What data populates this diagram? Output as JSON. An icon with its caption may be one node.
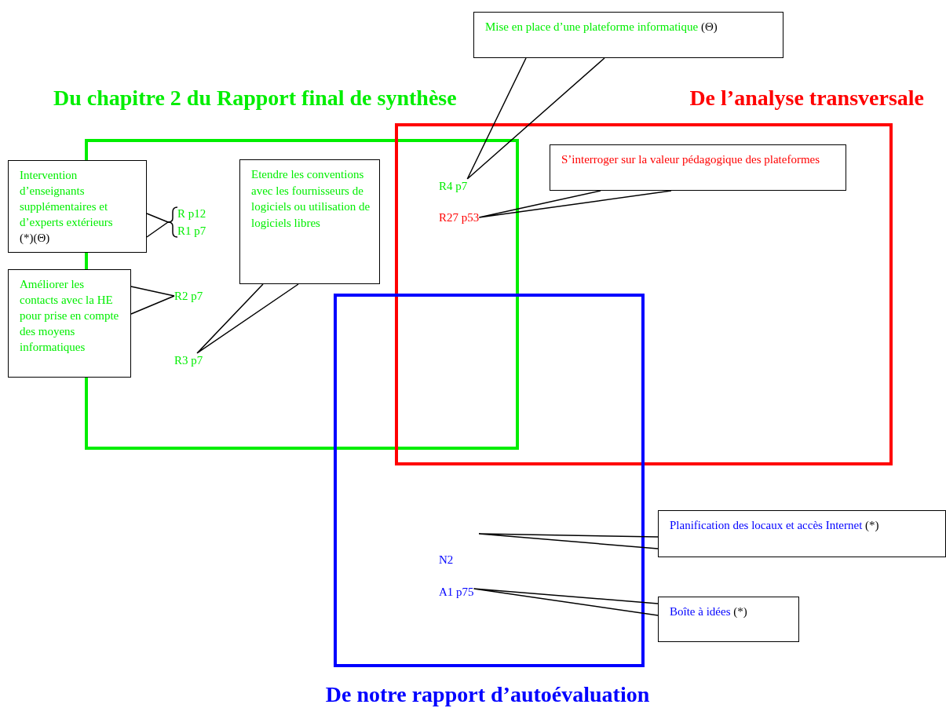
{
  "diagram": {
    "nodes": [
      {
        "text": [
          "Du chapitre 2 du Rapport final de synthèse"
        ]
      },
      {
        "text": [
          "De l’analyse transversale"
        ]
      },
      {
        "text": [
          "De notre rapport d’autoévaluation"
        ]
      },
      {
        "text": [
          "Mise en place d’une plateforme informatique",
          "(Θ)"
        ]
      },
      {
        "text": [
          "Intervention d’enseignants supplémentaires et d’experts extérieurs",
          "(*)(Θ)"
        ]
      },
      {
        "text": [
          "R p12"
        ],
        "in": 0
      },
      {
        "text": [
          "R1 p7"
        ],
        "in": 0
      },
      {
        "text": [
          "Etendre les conventions avec les fournisseurs de logiciels ou utilisation de logiciels libres"
        ],
        "in": 0
      },
      {
        "text": [
          "S’interroger sur la valeur pédagogique des plateformes"
        ],
        "in": 1
      },
      {
        "text": [
          "R4 p7"
        ]
      },
      {
        "text": [
          "R27 p53"
        ]
      },
      {
        "text": [
          "Améliorer les contacts avec la HE pour prise en compte des moyens informatiques"
        ]
      },
      {
        "text": [
          "R2 p7"
        ],
        "in": 0
      },
      {
        "text": [
          "R3 p7"
        ],
        "in": 0
      },
      {
        "text": [
          "Planification des locaux et accès Internet",
          "(*)"
        ]
      },
      {
        "text": [
          "N2"
        ],
        "in": 2
      },
      {
        "text": [
          "A1 p75"
        ],
        "in": 2
      },
      {
        "text": [
          "Boîte à idées",
          "(*)"
        ]
      }
    ],
    "edges": [
      {
        "from": 3,
        "to": 9,
        "arrow": "none"
      },
      {
        "from": 4,
        "to": 5,
        "arrow": "none"
      },
      {
        "from": 4,
        "to": 6,
        "arrow": "none"
      },
      {
        "from": 8,
        "to": 10,
        "arrow": "none"
      },
      {
        "from": 11,
        "to": 12,
        "arrow": "none"
      },
      {
        "from": 7,
        "to": 13,
        "arrow": "none"
      },
      {
        "from": 14,
        "to": null,
        "arrow": "none"
      },
      {
        "from": 17,
        "to": 16,
        "arrow": "none"
      }
    ]
  }
}
